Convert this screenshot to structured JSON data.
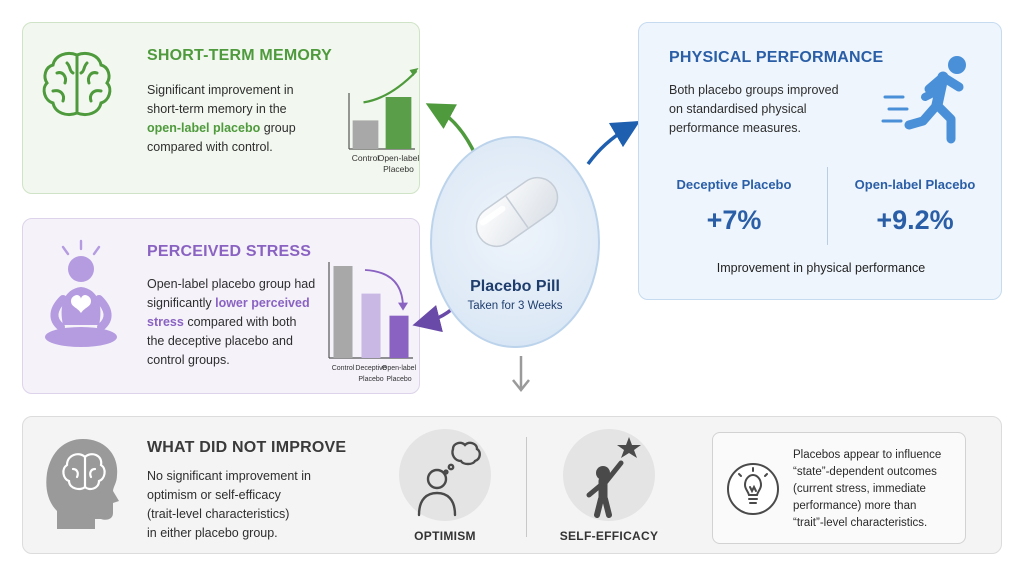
{
  "short_term_memory": {
    "title": "SHORT-TERM MEMORY",
    "text_1": "Significant improvement in",
    "text_2": "short-term memory in the",
    "text_hl": "open-label placebo",
    "text_3": " group",
    "text_4": "compared with control.",
    "chart_data": {
      "type": "bar",
      "categories": [
        "Control",
        "Open-label Placebo"
      ],
      "values": [
        0.55,
        1.0
      ],
      "ylim": [
        0,
        1
      ],
      "colors": [
        "#a8a8a8",
        "#5a9e4a"
      ],
      "label_lines": [
        [
          "Control"
        ],
        [
          "Open-label",
          "Placebo"
        ]
      ]
    }
  },
  "perceived_stress": {
    "title": "PERCEIVED STRESS",
    "text_1": "Open-label placebo group had",
    "text_2a": "significantly ",
    "text_hl_1": "lower perceived",
    "text_hl_2": "stress",
    "text_3": " compared with both",
    "text_4": "the deceptive placebo and",
    "text_5": "control groups.",
    "chart_data": {
      "type": "bar",
      "categories": [
        "Control",
        "Deceptive Placebo",
        "Open-label Placebo"
      ],
      "values": [
        1.0,
        0.7,
        0.46
      ],
      "ylim": [
        0,
        1
      ],
      "colors": [
        "#a8a8a8",
        "#c9b8e4",
        "#8a63c2"
      ],
      "label_lines": [
        [
          "Control"
        ],
        [
          "Deceptive",
          "Placebo"
        ],
        [
          "Open-label",
          "Placebo"
        ]
      ]
    }
  },
  "center": {
    "title": "Placebo Pill",
    "subtitle": "Taken for 3 Weeks"
  },
  "physical_performance": {
    "title": "PHYSICAL PERFORMANCE",
    "text_1": "Both placebo groups improved",
    "text_2": "on standardised physical",
    "text_3": "performance measures.",
    "deceptive_label": "Deceptive Placebo",
    "deceptive_value": "+7%",
    "openlabel_label": "Open-label Placebo",
    "openlabel_value": "+9.2%",
    "caption": "Improvement in physical performance"
  },
  "not_improve": {
    "title": "WHAT DID NOT IMPROVE",
    "text_1": "No significant improvement in",
    "text_2": "optimism or self-efficacy",
    "text_3": "(trait-level characteristics)",
    "text_4": "in either placebo group.",
    "optimism_label": "OPTIMISM",
    "self_efficacy_label": "SELF-EFFICACY"
  },
  "note": {
    "line_1": "Placebos appear to influence",
    "line_2": "“state”-dependent outcomes",
    "line_3": "(current stress, immediate",
    "line_4": "performance) more than",
    "line_5": "“trait”-level characteristics."
  },
  "colors": {
    "green": "#4e9a3c",
    "purple": "#8a63c2",
    "blue": "#2a5ea6",
    "gray": "#a8a8a8"
  }
}
